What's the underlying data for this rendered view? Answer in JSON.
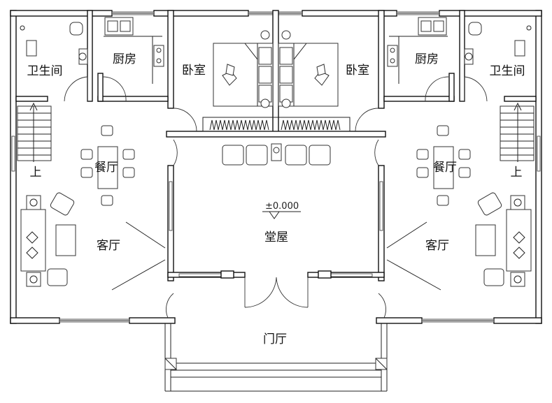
{
  "rooms": {
    "bathroom_left": "卫生间",
    "kitchen_left": "厨房",
    "bedroom_left": "卧室",
    "bedroom_right": "卧室",
    "kitchen_right": "厨房",
    "bathroom_right": "卫生间",
    "dining_left": "餐厅",
    "dining_right": "餐厅",
    "living_left": "客厅",
    "living_right": "客厅",
    "main_hall": "堂屋",
    "foyer": "门厅",
    "stair_up_left": "上",
    "stair_up_right": "上"
  },
  "elevation_mark": "±0.000"
}
